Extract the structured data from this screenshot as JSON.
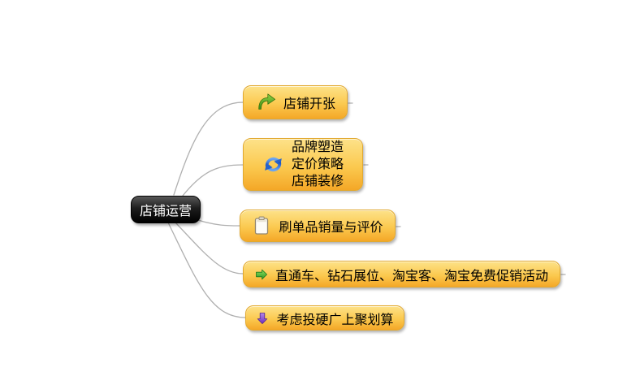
{
  "diagram": {
    "type": "mindmap",
    "background": "#ffffff",
    "root_node": {
      "label": "店铺运营",
      "text_color": "#ffffff",
      "fill_top": "#585858",
      "fill_bottom": "#000000"
    },
    "branches": [
      {
        "icon": "curved-arrow-icon",
        "icon_color": "#4f9c1a",
        "label_lines": [
          "店铺开张"
        ]
      },
      {
        "icon": "refresh-sync-icon",
        "icon_color": "#2e6fd6",
        "label_lines": [
          "品牌塑造",
          "定价策略",
          "店铺装修"
        ]
      },
      {
        "icon": "clipboard-icon",
        "icon_color": "#fdfcf7",
        "label_lines": [
          "刷单品销量与评价"
        ]
      },
      {
        "icon": "arrow-right-icon",
        "icon_color": "#2c9427",
        "label_lines": [
          "直通车、钻石展位、淘宝客、淘宝免费促销活动"
        ]
      },
      {
        "icon": "arrow-down-icon",
        "icon_color": "#6e2fc0",
        "label_lines": [
          "考虑投硬广上聚划算"
        ]
      }
    ],
    "colors": {
      "branch_fill_top": "#fde289",
      "branch_fill_mid": "#fbc94f",
      "branch_fill_bottom": "#f4a727",
      "branch_border": "#e2a92f",
      "branch_text": "#000000",
      "connector": "#b0b0b0"
    }
  }
}
